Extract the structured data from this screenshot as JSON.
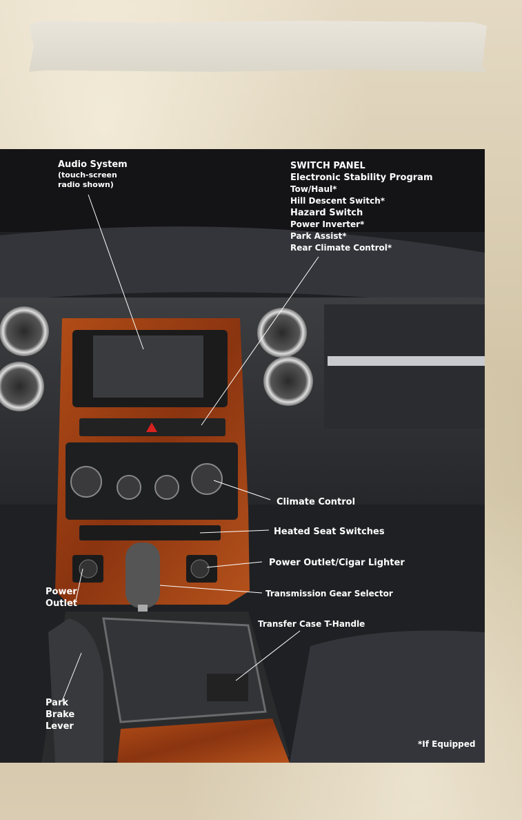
{
  "callouts": {
    "audio": {
      "title": "Audio System",
      "sub1": "(touch-screen",
      "sub2": "radio shown)"
    },
    "switch_panel": {
      "heading": "SWITCH PANEL",
      "items": [
        "Electronic Stability Program",
        "Tow/Haul*",
        "Hill Descent Switch*",
        "Hazard Switch",
        "Power Inverter*",
        "Park Assist*",
        "Rear Climate Control*"
      ]
    },
    "climate_control": "Climate Control",
    "heated_seats": "Heated Seat Switches",
    "power_outlet_cigar": "Power Outlet/Cigar Lighter",
    "power_outlet": {
      "line1": "Power",
      "line2": "Outlet"
    },
    "transmission": "Transmission Gear Selector",
    "transfer_case": "Transfer Case T-Handle",
    "park_brake": {
      "line1": "Park",
      "line2": "Brake",
      "line3": "Lever"
    }
  },
  "footnote": "*If Equipped",
  "colors": {
    "label": "#ffffff",
    "wood": "#9a3d12",
    "dash": "#2f3033"
  }
}
